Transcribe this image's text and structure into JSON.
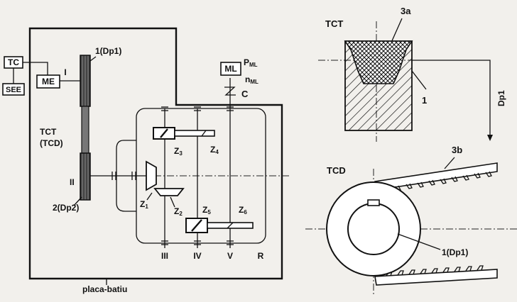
{
  "left_diagram": {
    "tc": "TC",
    "see": "SEE",
    "me": "ME",
    "shaft_i": "I",
    "pulley_top": "1(Dp1)",
    "tct_tcd": "TCT",
    "tct_tcd_2": "(TCD)",
    "shaft_ii": "II",
    "pulley_bottom": "2(Dp2)",
    "ml": "ML",
    "p_ml": "P",
    "p_ml_sub": "ML",
    "n_ml": "n",
    "n_ml_sub": "ML",
    "coupling": "C",
    "z1": "Z",
    "z1_sub": "1",
    "z2": "Z",
    "z2_sub": "2",
    "z3": "Z",
    "z3_sub": "3",
    "z4": "Z",
    "z4_sub": "4",
    "z5": "Z",
    "z5_sub": "5",
    "z6": "Z",
    "z6_sub": "6",
    "shaft_iii": "III",
    "shaft_iv": "IV",
    "shaft_v": "V",
    "r_label": "R",
    "frame_label": "placa-batiu"
  },
  "right_top": {
    "title": "TCT",
    "belt_label": "3a",
    "pulley_label": "1",
    "diameter_label": "Dp1"
  },
  "right_bottom": {
    "title": "TCD",
    "belt_label": "3b",
    "pulley_label": "1(Dp1)"
  },
  "colors": {
    "ink": "#111111",
    "paper": "#f2f0ec"
  }
}
